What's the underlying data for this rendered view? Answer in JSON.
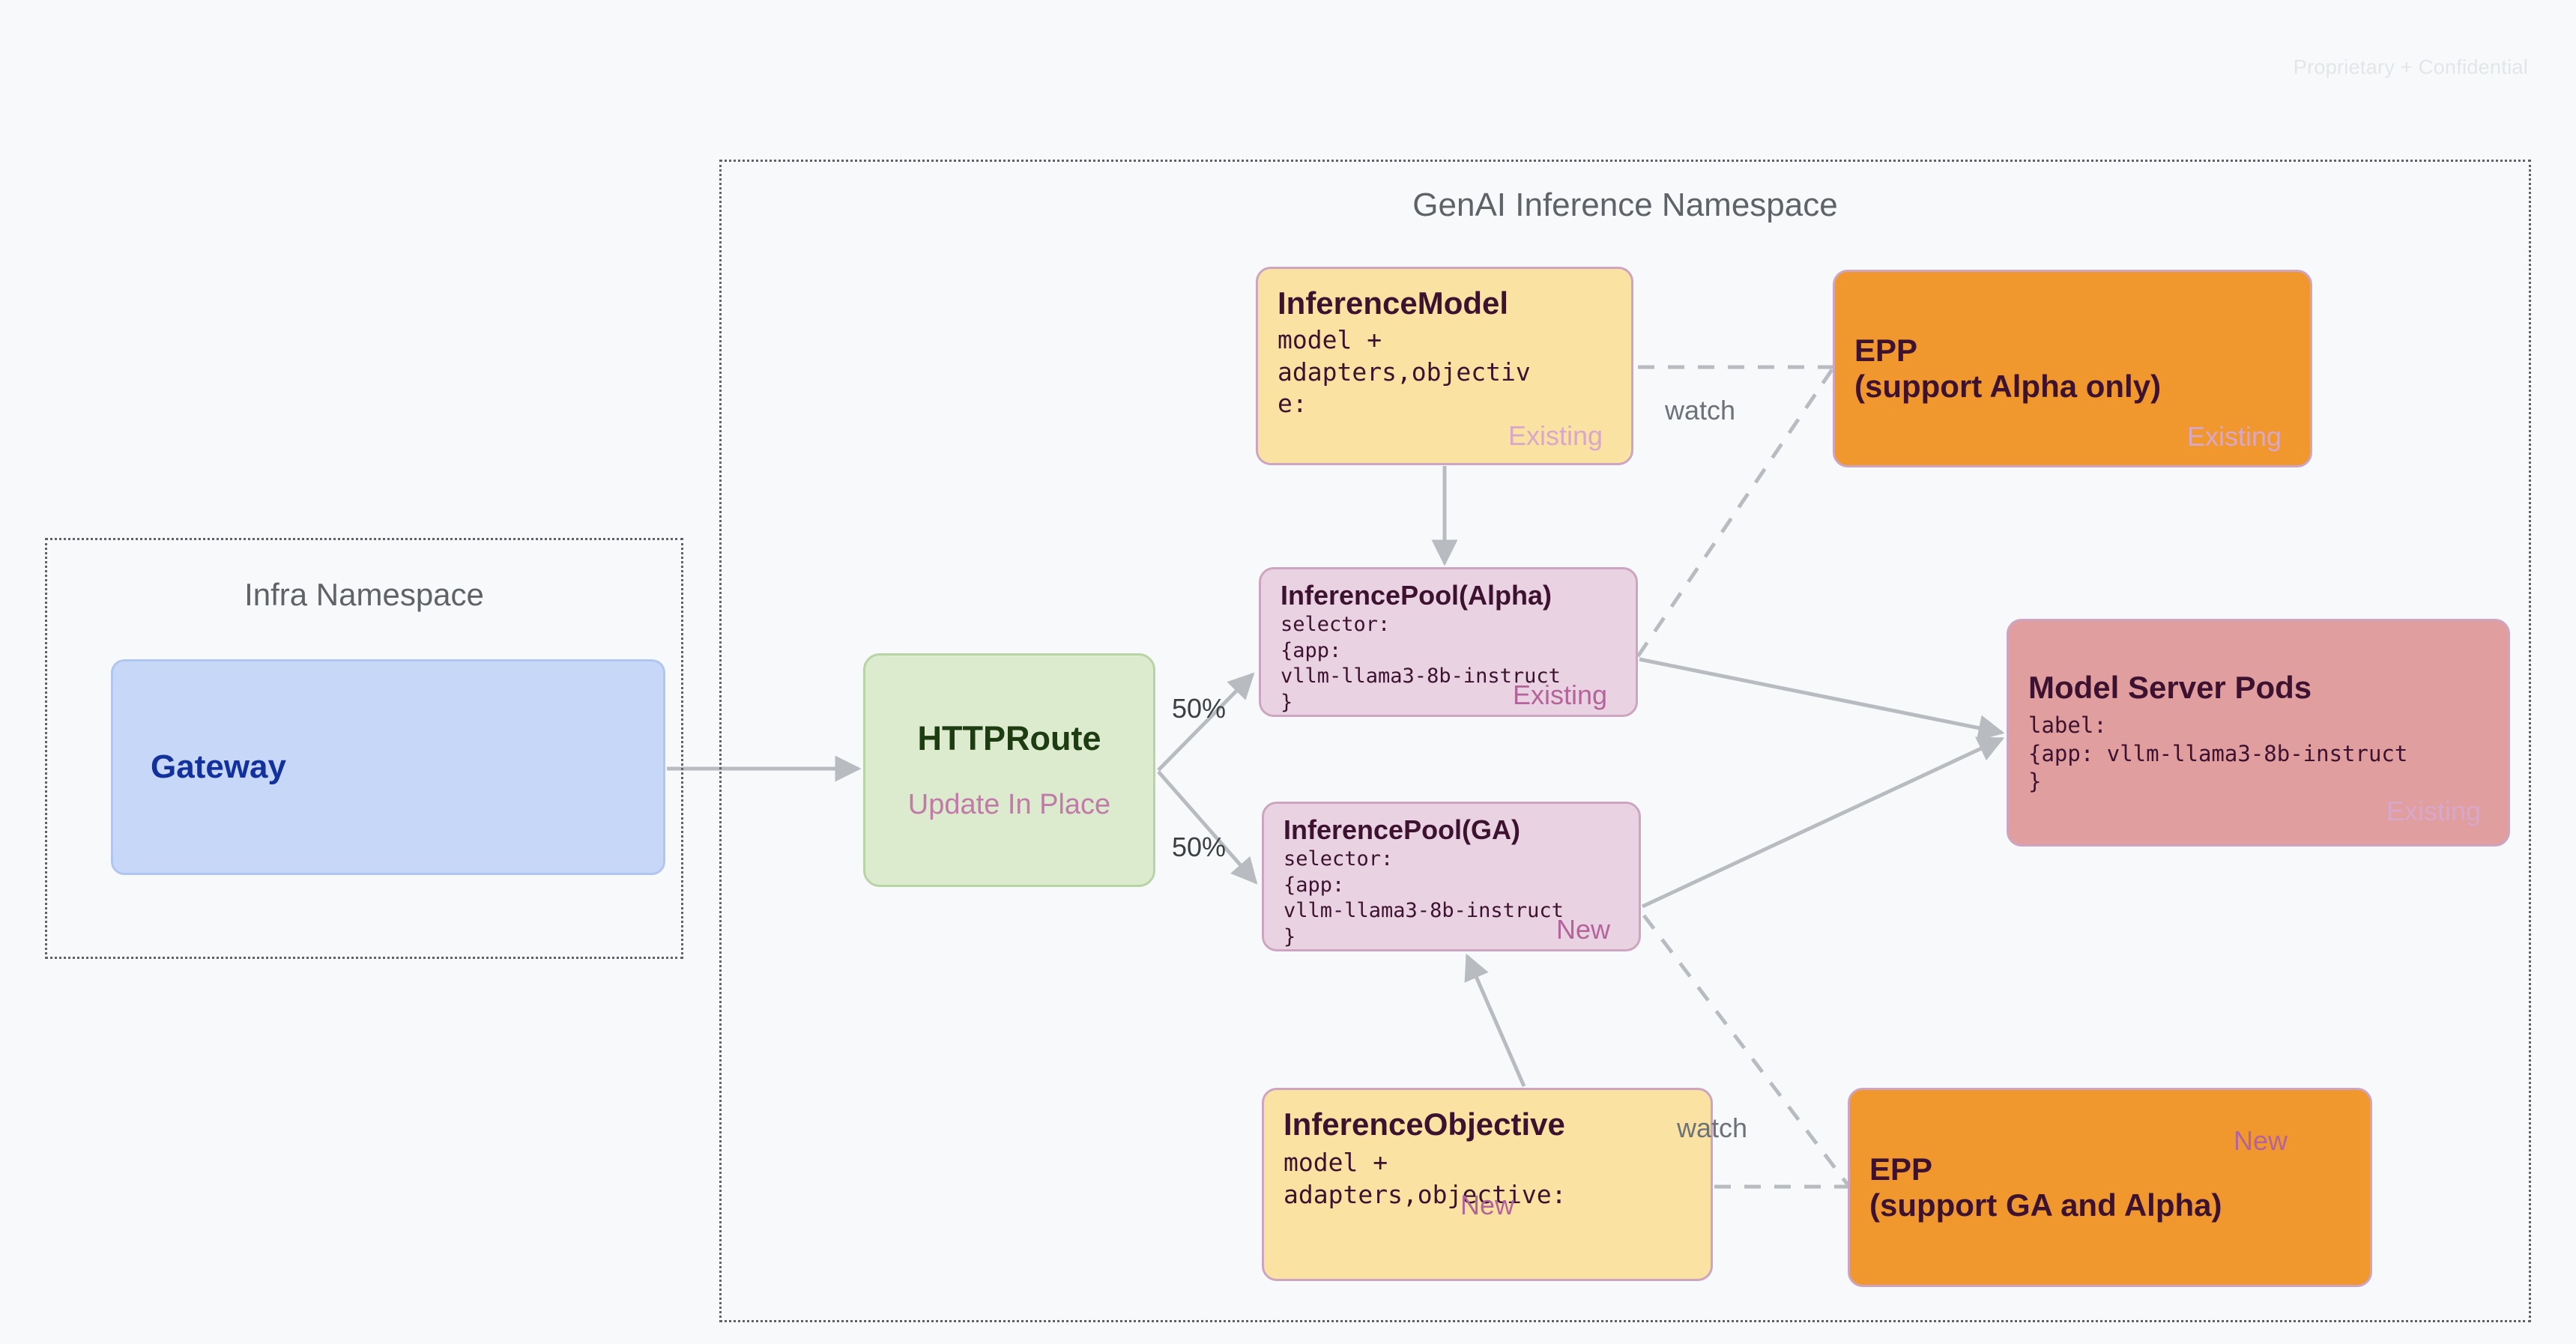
{
  "page": {
    "watermark": "Proprietary + Confidential"
  },
  "namespaces": [
    {
      "id": "infra",
      "title": "Infra Namespace"
    },
    {
      "id": "genai",
      "title": "GenAI Inference Namespace"
    }
  ],
  "nodes": {
    "gateway": {
      "title": "Gateway"
    },
    "httproute": {
      "title": "HTTPRoute",
      "subtitle": "Update In Place"
    },
    "inference_model": {
      "title": "InferenceModel",
      "body": "model +\nadapters,objectiv\ne:",
      "tag": "Existing"
    },
    "epp_alpha": {
      "title": "EPP\n(support Alpha only)",
      "tag": "Existing"
    },
    "pool_alpha": {
      "title": "InferencePool(Alpha)",
      "body": "selector:\n{app:\nvllm-llama3-8b-instruct\n}",
      "tag": "Existing"
    },
    "pool_ga": {
      "title": "InferencePool(GA)",
      "body": "selector:\n{app:\nvllm-llama3-8b-instruct\n}",
      "tag": "New"
    },
    "model_pods": {
      "title": "Model Server Pods",
      "body": "label:\n{app: vllm-llama3-8b-instruct\n}",
      "tag": "Existing"
    },
    "inference_objective": {
      "title": "InferenceObjective",
      "body": "model +\nadapters,objective:",
      "tag": "New"
    },
    "epp_ga": {
      "title": "EPP\n(support GA and Alpha)",
      "tag": "New"
    }
  },
  "edges": {
    "split_top_label": "50%",
    "split_bottom_label": "50%",
    "watch_top_label": "watch",
    "watch_bottom_label": "watch"
  },
  "colors": {
    "canvas_bg": "#f7f9fb",
    "namespace_border": "#5f6368",
    "gateway_fill": "#c7d7f7",
    "gateway_text": "#12319c",
    "httproute_fill": "#dceace",
    "httproute_text": "#1d3c12",
    "yellow_fill": "#fae3a2",
    "pink_fill": "#e9d3e2",
    "orange_fill": "#f0982d",
    "red_fill": "#e09e9e",
    "node_border": "#cda5c0",
    "node_text": "#3d1230",
    "tag_new": "#b5639b",
    "tag_existing_muted": "#d8a7c9",
    "edge_stroke": "#b8bcc0"
  }
}
